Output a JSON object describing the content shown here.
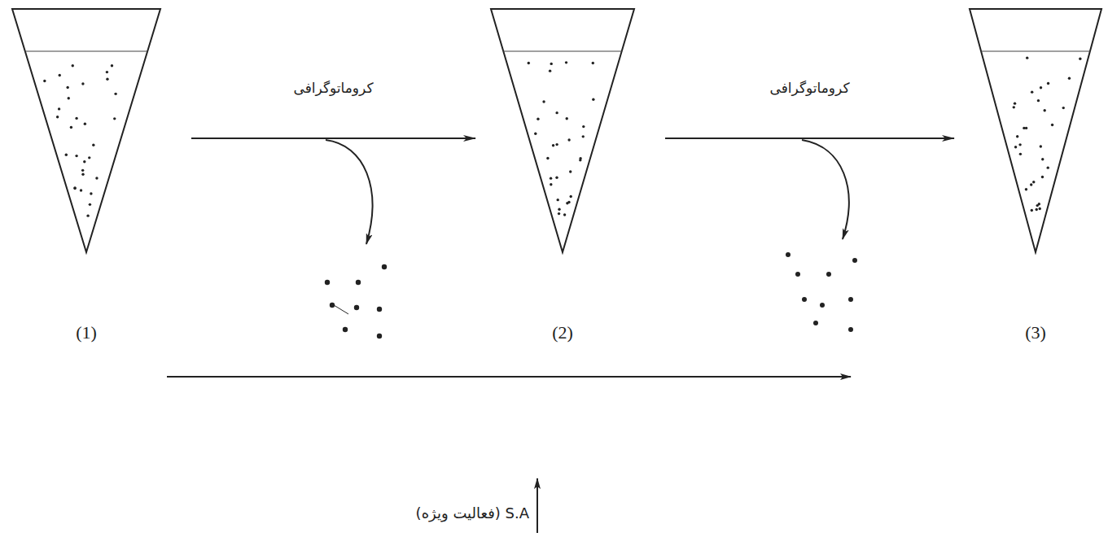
{
  "diagram": {
    "nodes": [
      {
        "text": [
          "(1)"
        ]
      },
      {
        "text": [
          "(2)"
        ]
      },
      {
        "text": [
          "(3)"
        ]
      }
    ],
    "edges": [
      {
        "from": 0,
        "to": 1,
        "arrow": "to",
        "label": "کروماتوگرافی"
      },
      {
        "from": 1,
        "to": 2,
        "arrow": "to",
        "label": "کروماتوگرافی"
      }
    ],
    "labels": [
      "S.A (فعالیت ویژه)"
    ]
  }
}
